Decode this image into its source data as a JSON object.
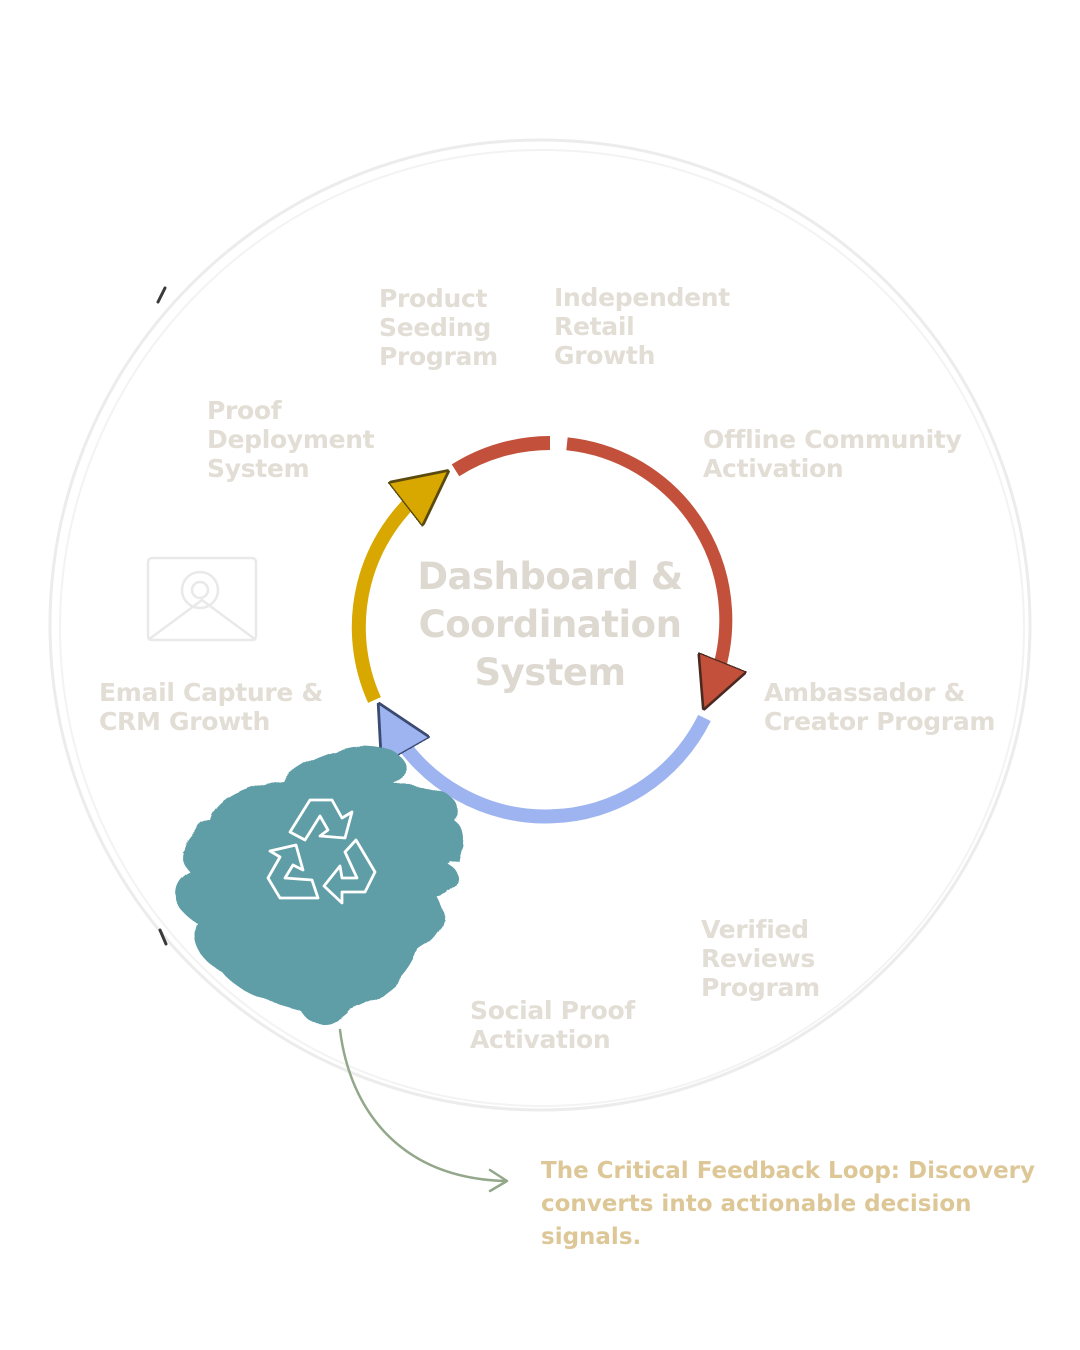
{
  "center": {
    "title": "Dashboard &\nCoordination\nSystem"
  },
  "nodes": [
    {
      "label": "Product\nSeeding\nProgram"
    },
    {
      "label": "Independent\nRetail\nGrowth"
    },
    {
      "label": "Proof\nDeployment\nSystem"
    },
    {
      "label": "Offline Community\nActivation"
    },
    {
      "label": "Email Capture &\nCRM Growth"
    },
    {
      "label": "Ambassador &\nCreator Program"
    },
    {
      "label": "Verified\nReviews\nProgram"
    },
    {
      "label": "Social Proof\nActivation"
    }
  ],
  "loop_arrows": {
    "segments": [
      {
        "color": "#c2503a"
      },
      {
        "color": "#c2503a"
      },
      {
        "color": "#9db4f0"
      },
      {
        "color": "#d8a800"
      }
    ]
  },
  "callout": {
    "text": "The Critical Feedback Loop: Discovery\nconverts into actionable decision signals."
  },
  "icons": {
    "feedback_loop": "recycle-icon",
    "email": "envelope-icon"
  },
  "colors": {
    "node_text": "#e2ddd5",
    "center_text": "#ddd8d0",
    "callout_text": "#ddc797",
    "brush": "#5e9ea6",
    "connector": "#93a78a"
  }
}
